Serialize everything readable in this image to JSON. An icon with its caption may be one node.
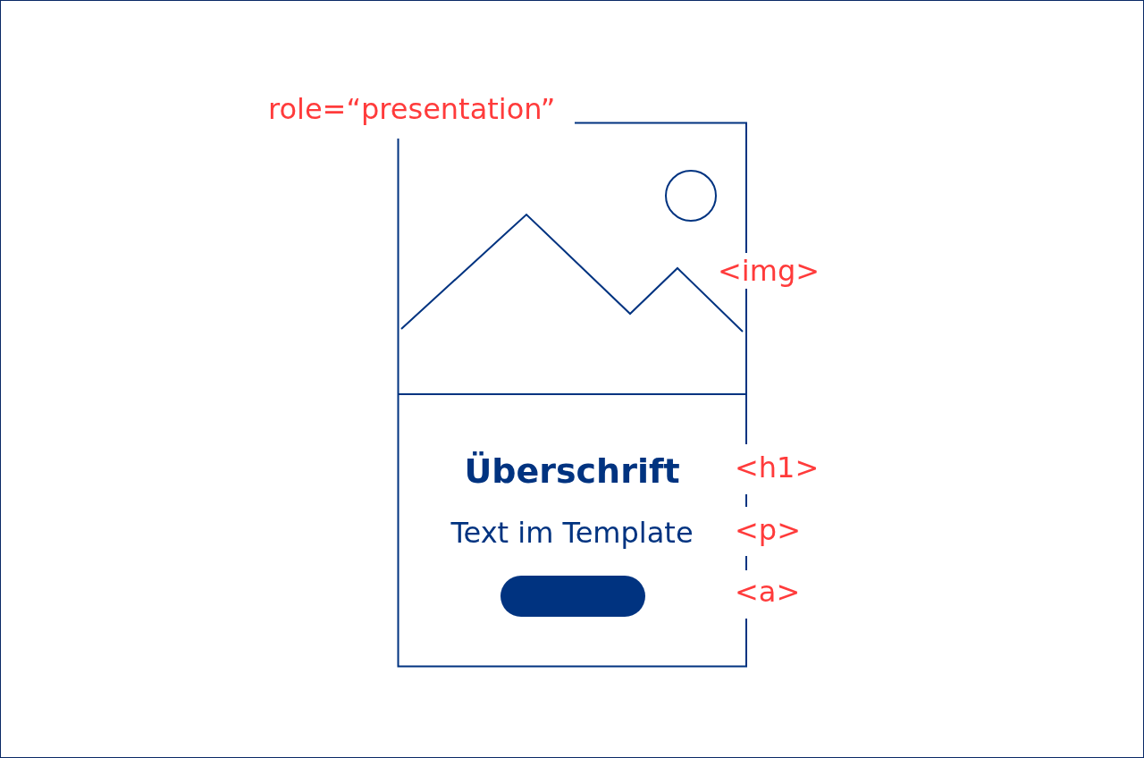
{
  "diagram": {
    "nodes": [
      {
        "text": [
          "role=“presentation”"
        ]
      },
      {
        "text": [
          "<img>"
        ],
        "in": 0
      },
      {
        "text": [
          "Überschrift"
        ],
        "in": 0,
        "beside": [
          "<h1>"
        ]
      },
      {
        "text": [
          "Text im Template"
        ],
        "in": 0,
        "beside": [
          "<p>"
        ]
      },
      {
        "text": [],
        "shape": "box",
        "in": 0,
        "beside": [
          "<a>"
        ]
      }
    ]
  }
}
